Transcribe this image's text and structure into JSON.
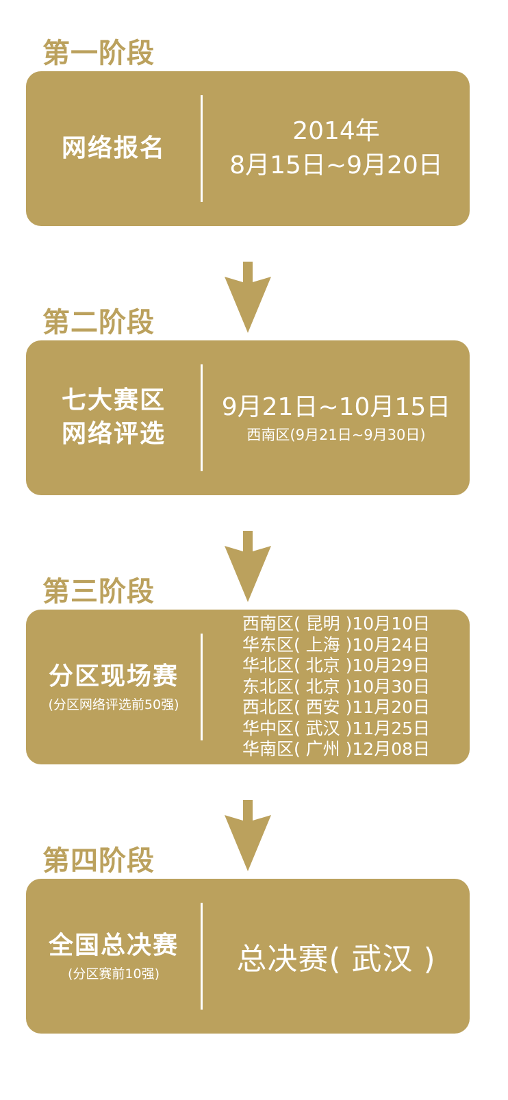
{
  "colors": {
    "gold": "#bba15d",
    "white": "#ffffff"
  },
  "stages": [
    {
      "title": "第一阶段",
      "name_lines": [
        "网络报名"
      ],
      "subname": "",
      "right_lines": [
        "2014年",
        "8月15日~9月20日"
      ]
    },
    {
      "title": "第二阶段",
      "name_lines": [
        "七大赛区",
        "网络评选"
      ],
      "subname": "",
      "right_main": "9月21日~10月15日",
      "right_sub": "西南区(9月21日~9月30日)"
    },
    {
      "title": "第三阶段",
      "name_lines": [
        "分区现场赛"
      ],
      "subname": "(分区网络评选前50强)",
      "schedule": [
        "西南区( 昆明 )10月10日",
        "华东区( 上海 )10月24日",
        "华北区( 北京 )10月29日",
        "东北区( 北京 )10月30日",
        "西北区( 西安 )11月20日",
        "华中区( 武汉 )11月25日",
        "华南区( 广州 )12月08日"
      ]
    },
    {
      "title": "第四阶段",
      "name_lines": [
        "全国总决赛"
      ],
      "subname": "(分区赛前10强)",
      "right_lines": [
        "总决赛( 武汉 )"
      ]
    }
  ],
  "icons": {
    "arrow": "arrow-down-icon"
  }
}
